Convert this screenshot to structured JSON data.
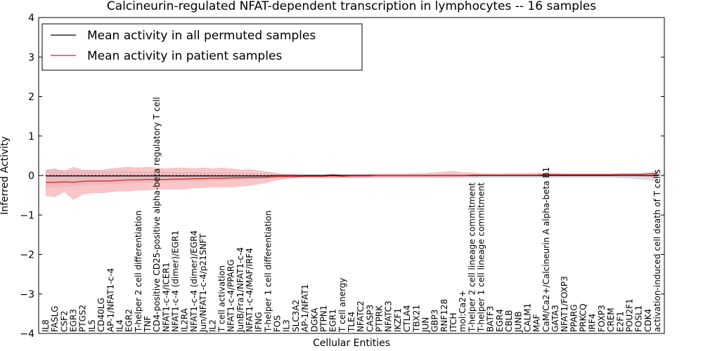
{
  "chart_data": {
    "type": "line",
    "title": "Calcineurin-regulated NFAT-dependent transcription in lymphocytes -- 16 samples",
    "xlabel": "Cellular Entities",
    "ylabel": "Inferred Activity",
    "ylim": [
      -4,
      4
    ],
    "yticks": [
      "4",
      "3",
      "2",
      "1",
      "0",
      "−1",
      "−2",
      "−3",
      "−4"
    ],
    "grid": false,
    "legend_position": "top-left",
    "colors": {
      "permuted": "#000000",
      "patient": "#d62020",
      "band_patient": "#f4a0a0",
      "band_permuted": "#c8c8dc"
    },
    "categories": [
      "IL8",
      "FASLG",
      "CSF2",
      "EGR3",
      "PTGS2",
      "IL5",
      "CD40LG",
      "AP-1/NFAT1-c-4",
      "IL4",
      "EGR2",
      "T-helper 2 cell differentiation",
      "TNF",
      "CD4-positive CD25-positive alpha-beta regulatory T cell",
      "NFAT1-c-4/ICER1",
      "NFAT1-c-4 (dimer)/EGR1",
      "IL2RA",
      "NFAT1-c-4 (dimer)/EGR4",
      "Jun/NFAT1-c-4/p21SNFT",
      "IL2",
      "T cell activation",
      "NFAT1-c-4/PPARG",
      "JunB/Fra1/NFAT1-c-4",
      "NFAT1-c-4/MAF/IRF4",
      "IFNG",
      "T-helper 1 cell differentiation",
      "FOS",
      "IL3",
      "SLC3A2",
      "AP-1/NFAT1",
      "DGKA",
      "PTPN1",
      "EGR1",
      "T cell anergy",
      "TLE4",
      "NFATC2",
      "CASP3",
      "PTPRK",
      "NFATC3",
      "IKZF1",
      "CTLA4",
      "TBX21",
      "JUN",
      "GBP3",
      "RNF128",
      "ITCH",
      "mol:Ca2+",
      "T-helper 2 cell lineage commitment",
      "T-helper 1 cell lineage commitment",
      "BATF3",
      "EGR4",
      "CBLB",
      "JUNB",
      "CALM1",
      "MAF",
      "CaM/Ca2+/Calcineurin A alpha-beta B1",
      "GATA3",
      "NFAT1/FOXP3",
      "PPARG",
      "PRKCQ",
      "IRF4",
      "FOXP3",
      "CREM",
      "E2F1",
      "POU2F1",
      "FOSL1",
      "CDK4",
      "activation-induced cell death of T cells"
    ],
    "series": [
      {
        "name": "Mean activity in all permuted samples",
        "values": [
          -0.01,
          -0.01,
          -0.01,
          -0.01,
          -0.01,
          -0.01,
          -0.01,
          -0.01,
          -0.01,
          -0.01,
          -0.01,
          -0.01,
          -0.01,
          -0.01,
          -0.01,
          -0.01,
          -0.01,
          -0.01,
          -0.01,
          -0.01,
          -0.01,
          -0.01,
          -0.01,
          -0.01,
          -0.01,
          0.0,
          0.0,
          0.0,
          0.0,
          0.0,
          0.0,
          0.01,
          0.0,
          0.0,
          0.0,
          0.0,
          0.0,
          0.0,
          0.0,
          0.0,
          0.0,
          0.0,
          0.0,
          0.0,
          0.0,
          0.0,
          0.0,
          0.0,
          0.0,
          0.0,
          0.0,
          0.0,
          0.0,
          0.0,
          0.0,
          0.0,
          0.0,
          0.0,
          0.0,
          0.0,
          0.0,
          0.0,
          0.0,
          0.0,
          0.0,
          0.0,
          0.0
        ]
      },
      {
        "name": "Mean activity in patient samples",
        "values": [
          -0.17,
          -0.17,
          -0.16,
          -0.17,
          -0.15,
          -0.14,
          -0.14,
          -0.14,
          -0.12,
          -0.11,
          -0.11,
          -0.1,
          -0.1,
          -0.1,
          -0.09,
          -0.09,
          -0.08,
          -0.08,
          -0.07,
          -0.07,
          -0.06,
          -0.06,
          -0.05,
          -0.05,
          -0.04,
          -0.03,
          -0.03,
          -0.03,
          -0.02,
          -0.02,
          -0.02,
          -0.01,
          -0.02,
          -0.01,
          -0.01,
          -0.01,
          0.0,
          0.0,
          0.0,
          0.0,
          0.0,
          0.0,
          0.0,
          0.0,
          0.0,
          0.0,
          0.01,
          0.01,
          0.01,
          0.01,
          0.01,
          0.01,
          0.01,
          0.01,
          0.02,
          0.02,
          0.02,
          0.02,
          0.02,
          0.02,
          0.02,
          0.02,
          0.03,
          0.03,
          0.03,
          0.04,
          0.05
        ]
      }
    ],
    "bands": {
      "patient_upper": [
        0.15,
        0.18,
        0.12,
        0.22,
        0.15,
        0.15,
        0.15,
        0.18,
        0.2,
        0.22,
        0.2,
        0.22,
        0.2,
        0.18,
        0.2,
        0.2,
        0.18,
        0.2,
        0.18,
        0.2,
        0.18,
        0.15,
        0.16,
        0.13,
        0.1,
        0.06,
        0.03,
        0.02,
        0.0,
        0.0,
        0.02,
        0.04,
        0.02,
        0.03,
        0.03,
        0.05,
        0.05,
        0.05,
        0.05,
        0.05,
        0.06,
        0.06,
        0.08,
        0.1,
        0.12,
        0.08,
        0.08,
        0.06,
        0.05,
        0.05,
        0.06,
        0.06,
        0.06,
        0.07,
        0.07,
        0.07,
        0.06,
        0.05,
        0.05,
        0.05,
        0.05,
        0.05,
        0.06,
        0.06,
        0.06,
        0.08,
        0.12
      ],
      "patient_lower": [
        -0.52,
        -0.55,
        -0.42,
        -0.62,
        -0.48,
        -0.45,
        -0.45,
        -0.42,
        -0.4,
        -0.4,
        -0.38,
        -0.38,
        -0.35,
        -0.36,
        -0.35,
        -0.35,
        -0.32,
        -0.32,
        -0.3,
        -0.3,
        -0.3,
        -0.28,
        -0.26,
        -0.22,
        -0.18,
        -0.12,
        -0.08,
        -0.06,
        -0.05,
        -0.05,
        -0.06,
        -0.06,
        -0.06,
        -0.06,
        -0.06,
        -0.05,
        -0.05,
        -0.05,
        -0.05,
        -0.05,
        -0.05,
        -0.05,
        -0.05,
        -0.06,
        -0.05,
        -0.04,
        -0.03,
        -0.02,
        -0.01,
        -0.01,
        -0.01,
        -0.01,
        -0.01,
        -0.01,
        -0.01,
        -0.01,
        -0.01,
        -0.01,
        -0.01,
        -0.01,
        -0.01,
        -0.01,
        -0.01,
        -0.01,
        -0.02,
        -0.04,
        -0.05
      ],
      "permuted_upper": [
        0.14,
        0.14,
        0.13,
        0.13,
        0.12,
        0.12,
        0.12,
        0.12,
        0.11,
        0.11,
        0.11,
        0.1,
        0.1,
        0.1,
        0.09,
        0.09,
        0.09,
        0.08,
        0.08,
        0.08,
        0.07,
        0.07,
        0.07,
        0.06,
        0.06,
        0.05,
        0.05,
        0.05,
        0.04,
        0.04,
        0.04,
        0.04,
        0.04,
        0.04,
        0.04,
        0.04,
        0.04,
        0.04,
        0.04,
        0.04,
        0.04,
        0.04,
        0.04,
        0.04,
        0.04,
        0.04,
        0.04,
        0.04,
        0.04,
        0.04,
        0.04,
        0.04,
        0.04,
        0.04,
        0.04,
        0.04,
        0.04,
        0.04,
        0.04,
        0.04,
        0.04,
        0.04,
        0.04,
        0.04,
        0.04,
        0.05,
        0.06
      ],
      "permuted_lower": [
        -0.3,
        -0.3,
        -0.28,
        -0.27,
        -0.25,
        -0.24,
        -0.23,
        -0.22,
        -0.21,
        -0.2,
        -0.19,
        -0.18,
        -0.17,
        -0.16,
        -0.15,
        -0.14,
        -0.14,
        -0.13,
        -0.12,
        -0.12,
        -0.11,
        -0.1,
        -0.1,
        -0.09,
        -0.09,
        -0.08,
        -0.08,
        -0.07,
        -0.07,
        -0.07,
        -0.07,
        -0.06,
        -0.06,
        -0.06,
        -0.06,
        -0.06,
        -0.06,
        -0.06,
        -0.06,
        -0.06,
        -0.06,
        -0.06,
        -0.06,
        -0.06,
        -0.06,
        -0.06,
        -0.06,
        -0.06,
        -0.06,
        -0.06,
        -0.06,
        -0.06,
        -0.06,
        -0.06,
        -0.06,
        -0.06,
        -0.06,
        -0.06,
        -0.06,
        -0.06,
        -0.06,
        -0.06,
        -0.07,
        -0.08,
        -0.1,
        -0.12,
        -0.15
      ]
    }
  }
}
